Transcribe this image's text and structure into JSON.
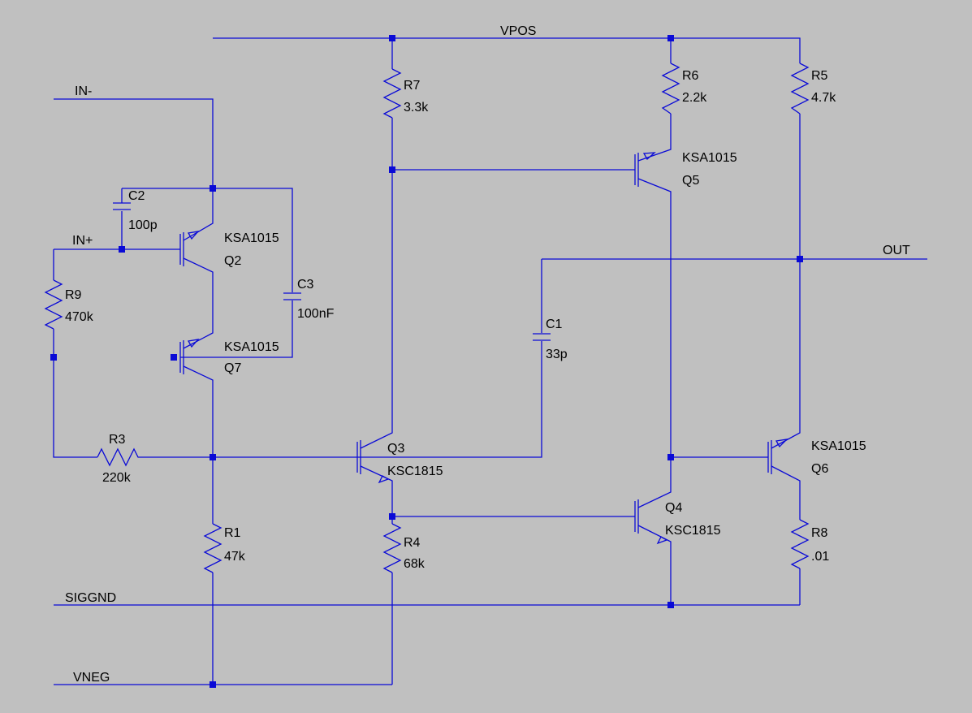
{
  "nets": {
    "vpos": "VPOS",
    "in_minus": "IN-",
    "in_plus": "IN+",
    "out": "OUT",
    "siggnd": "SIGGND",
    "vneg": "VNEG"
  },
  "resistors": {
    "r1": {
      "name": "R1",
      "value": "47k"
    },
    "r3": {
      "name": "R3",
      "value": "220k"
    },
    "r4": {
      "name": "R4",
      "value": "68k"
    },
    "r5": {
      "name": "R5",
      "value": "4.7k"
    },
    "r6": {
      "name": "R6",
      "value": "2.2k"
    },
    "r7": {
      "name": "R7",
      "value": "3.3k"
    },
    "r8": {
      "name": "R8",
      "value": ".01"
    },
    "r9": {
      "name": "R9",
      "value": "470k"
    }
  },
  "capacitors": {
    "c1": {
      "name": "C1",
      "value": "33p"
    },
    "c2": {
      "name": "C2",
      "value": "100p"
    },
    "c3": {
      "name": "C3",
      "value": "100nF"
    }
  },
  "transistors": {
    "q2": {
      "name": "Q2",
      "model": "KSA1015"
    },
    "q3": {
      "name": "Q3",
      "model": "KSC1815"
    },
    "q4": {
      "name": "Q4",
      "model": "KSC1815"
    },
    "q5": {
      "name": "Q5",
      "model": "KSA1015"
    },
    "q6": {
      "name": "Q6",
      "model": "KSA1015"
    },
    "q7": {
      "name": "Q7",
      "model": "KSA1015"
    }
  },
  "colors": {
    "background": "#c0c0c0",
    "wire": "#0a0ad6",
    "text": "#000000"
  }
}
